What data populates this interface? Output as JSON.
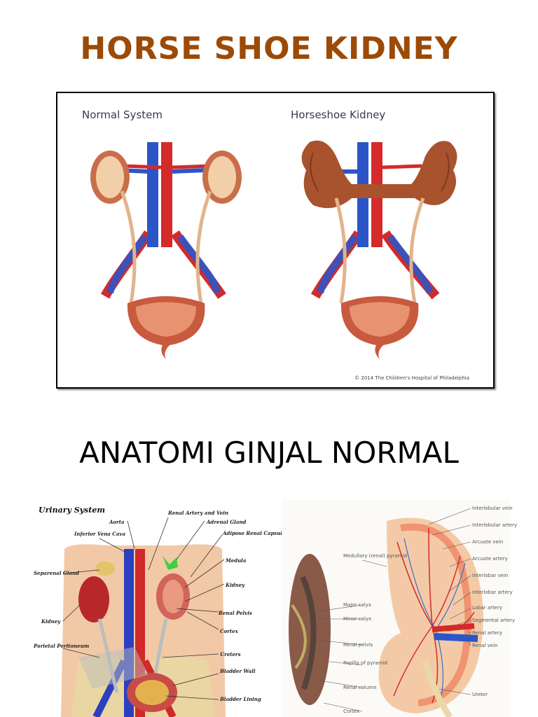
{
  "slide": {
    "title": "HORSE SHOE KIDNEY",
    "subtitle": "ANATOMI GINJAL NORMAL"
  },
  "figure1": {
    "left_label": "Normal System",
    "right_label": "Horseshoe Kidney",
    "copyright": "© 2014 The Children's Hospital of Philadelphia"
  },
  "figure2": {
    "title": "Urinary System",
    "labels": [
      "Aorta",
      "Inferior Vena Cava",
      "Renal Artery and Vein",
      "Adrenal Gland",
      "Adipose Renal Capsule",
      "Medula",
      "Separenal Gland",
      "Kidney",
      "Renal Pelvis",
      "Cortex",
      "Kidney",
      "Parietal Peritoneum",
      "Ureters",
      "Bladder Wall",
      "Bladder Lining"
    ]
  },
  "figure3": {
    "labels_left": [
      "Medullary (renal) pyramid",
      "Major calyx",
      "Minor calyx",
      "Renal pelvis",
      "Papilla of pyramid",
      "Renal column",
      "Cortex"
    ],
    "labels_right": [
      "Interlobular vein",
      "Interlobular artery",
      "Arcuate vein",
      "Arcuate artery",
      "Interlobar vein",
      "Interlobar artery",
      "Lobar artery",
      "Segmental artery",
      "Renal artery",
      "Renal vein",
      "Ureter"
    ]
  },
  "colors": {
    "title": "#9c4a06",
    "artery": "#d42a2a",
    "vein": "#2c55c8",
    "kidney": "#a8532e"
  }
}
